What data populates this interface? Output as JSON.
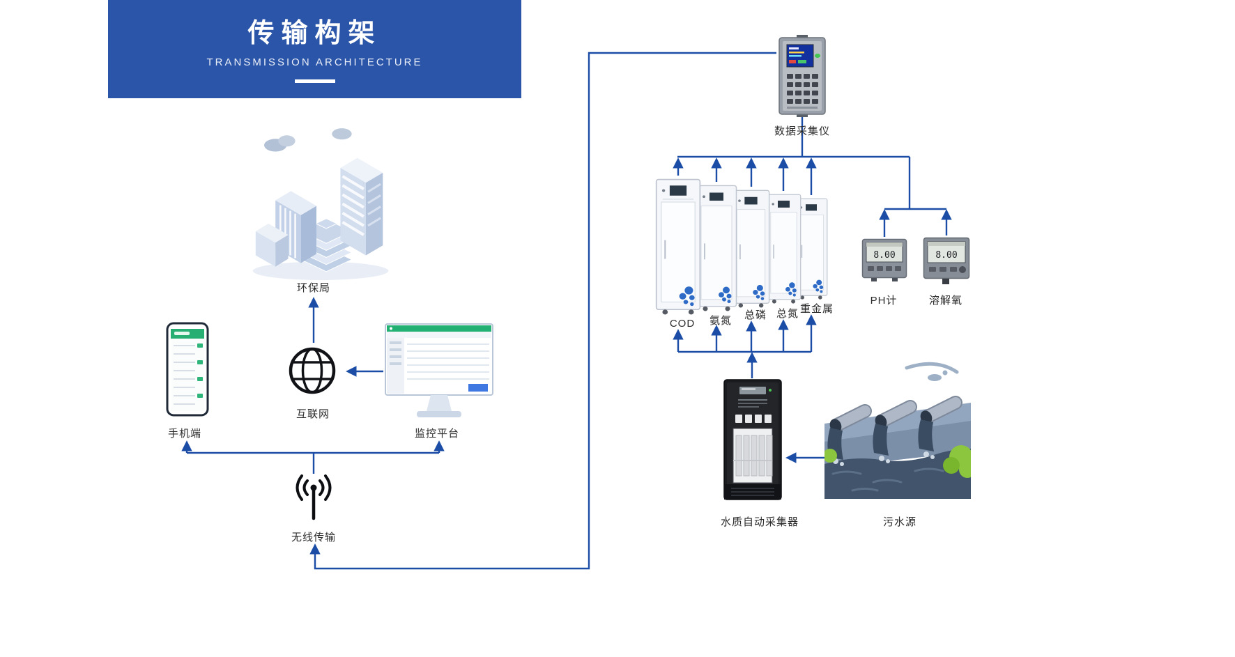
{
  "banner": {
    "title": "传输构架",
    "subtitle": "TRANSMISSION ARCHITECTURE"
  },
  "nodes": {
    "epa": {
      "label": "环保局"
    },
    "mobile": {
      "label": "手机端"
    },
    "internet": {
      "label": "互联网"
    },
    "platform": {
      "label": "监控平台"
    },
    "wireless": {
      "label": "无线传输"
    },
    "datalogger": {
      "label": "数据采集仪"
    },
    "ph_meter": {
      "label": "PH计",
      "reading": "8.00"
    },
    "do_meter": {
      "label": "溶解氧",
      "reading": "8.00"
    },
    "sampler": {
      "label": "水质自动采集器"
    },
    "sewage": {
      "label": "污水源"
    }
  },
  "analyzers": {
    "items": [
      {
        "label": "COD"
      },
      {
        "label": "氨氮"
      },
      {
        "label": "总磷"
      },
      {
        "label": "总氮"
      },
      {
        "label": "重金属"
      }
    ]
  },
  "colors": {
    "banner_blue": "#2b55a8",
    "line_blue": "#1c4da6"
  }
}
